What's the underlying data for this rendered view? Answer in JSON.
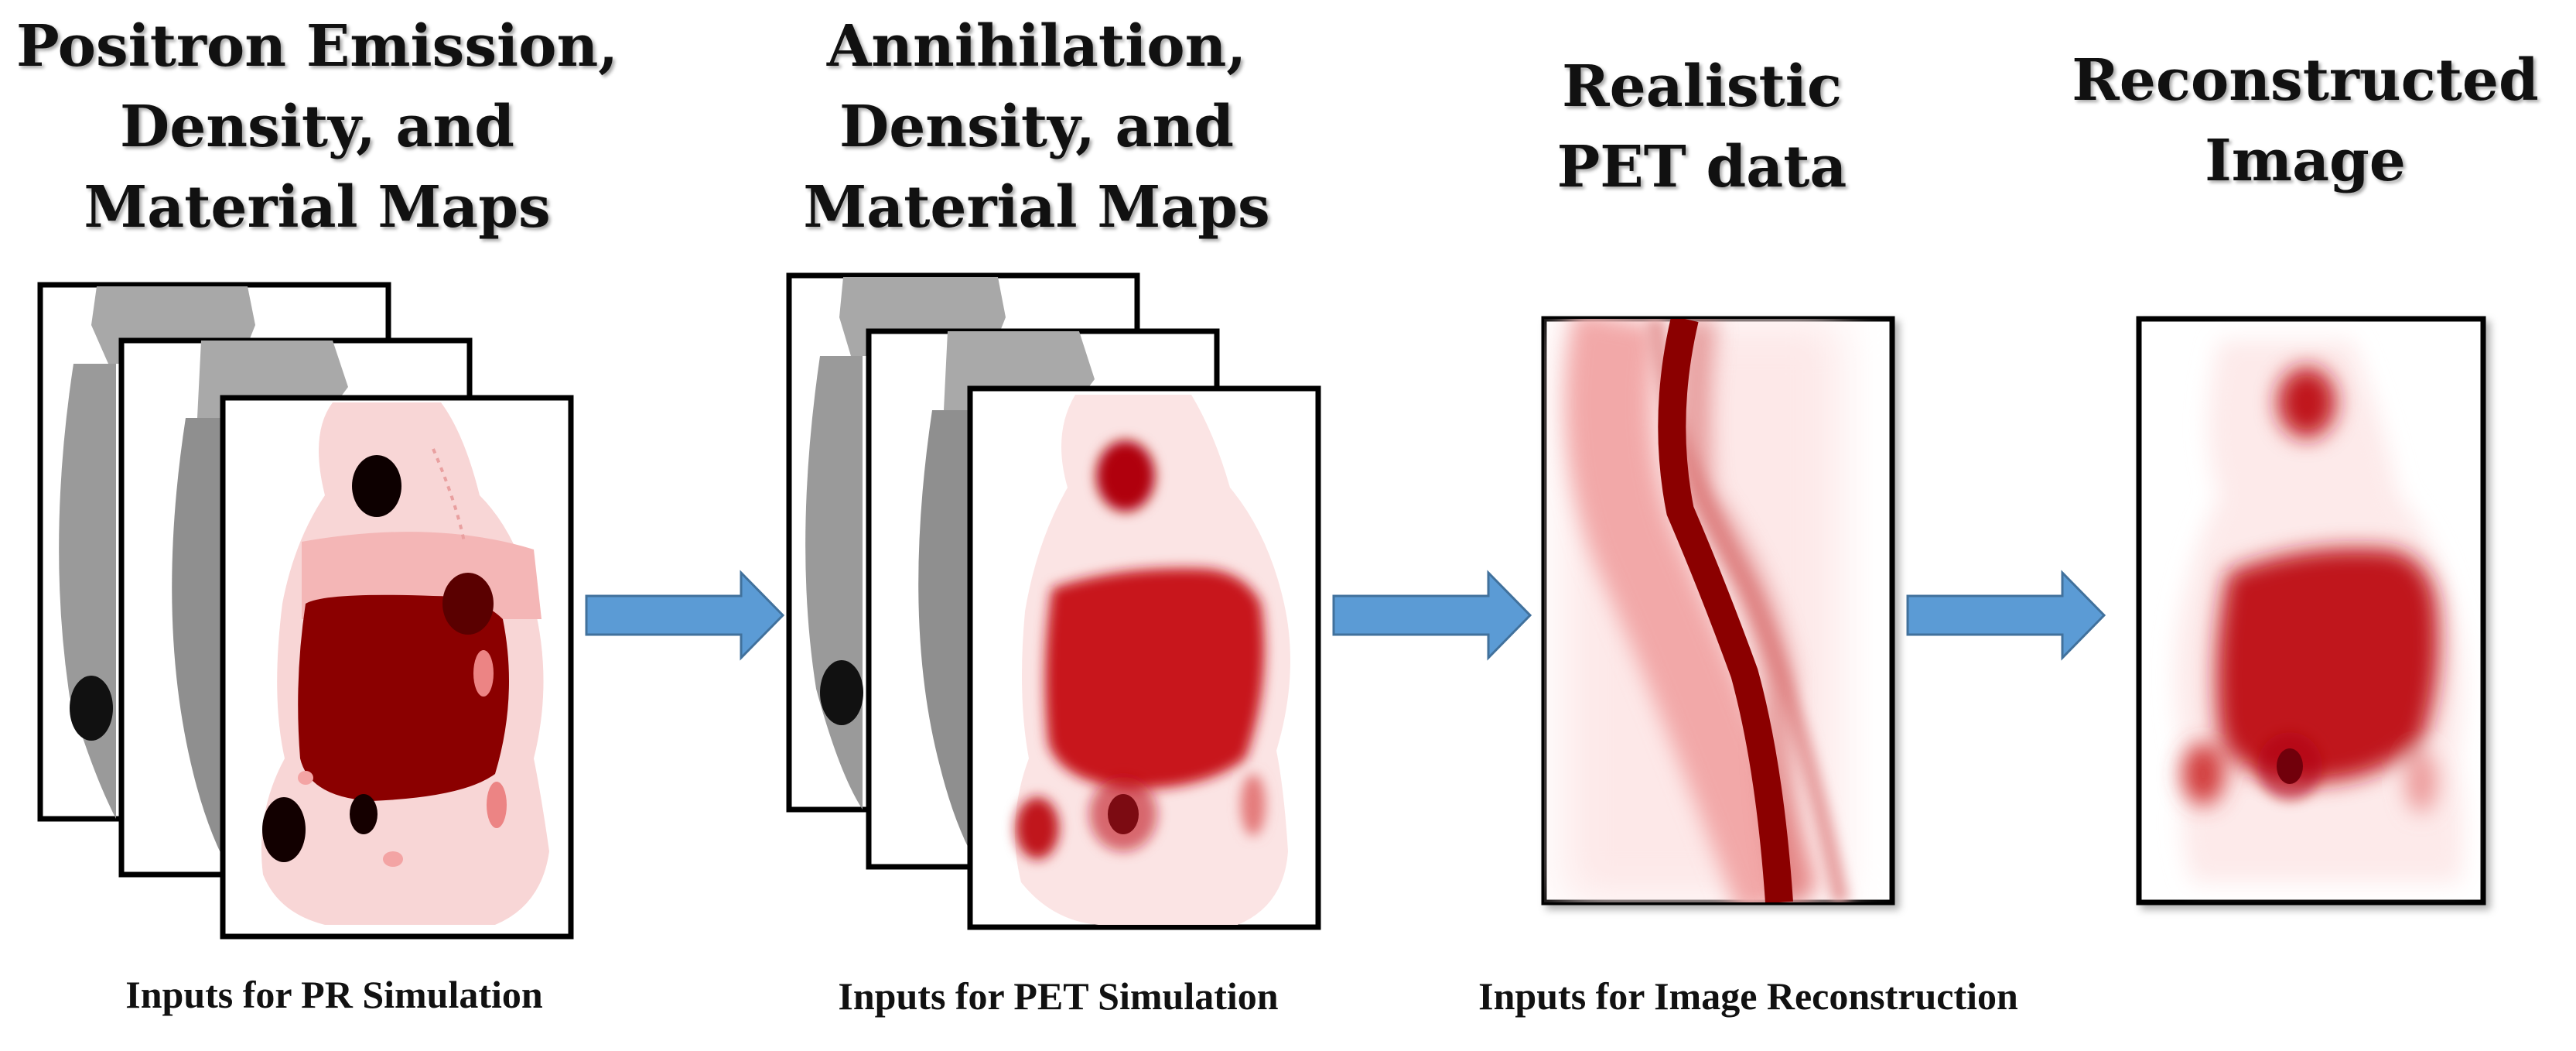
{
  "stages": [
    {
      "title_lines": [
        "Positron Emission,",
        "Density, and",
        "Material Maps"
      ]
    },
    {
      "title_lines": [
        "Annihilation,",
        "Density, and",
        "Material Maps"
      ]
    },
    {
      "title_lines": [
        "Realistic",
        "PET data"
      ]
    },
    {
      "title_lines": [
        "Reconstructed",
        "Image"
      ]
    }
  ],
  "captions": [
    "Inputs for PR Simulation",
    "Inputs for PET Simulation",
    "Inputs for Image Reconstruction"
  ],
  "colors": {
    "arrow": "#5b9bd5",
    "dark_red": "#8b0000",
    "mid_red": "#c0141c",
    "light_pink": "#f9d2d2",
    "gray": "#9a9a9a"
  }
}
